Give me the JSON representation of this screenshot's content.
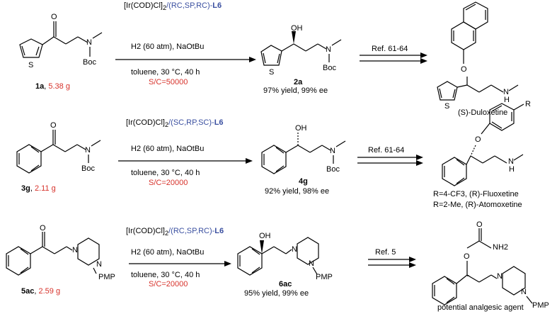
{
  "reactions": [
    {
      "substrate": {
        "id": "1a",
        "amount": "5.38 g"
      },
      "conditions": {
        "catalyst": "[Ir(COD)Cl]2/(RC,SP,RC)-L6",
        "catalyst_prefix": "[Ir(COD)Cl]",
        "catalyst_sub": "2",
        "catalyst_ligand": "/(RC,SP,RC)-",
        "ligand_name": "L6",
        "line2": "H2 (60 atm), NaOtBu",
        "line3": "toluene, 30 °C, 40 h",
        "sc": "S/C=50000"
      },
      "product": {
        "id": "2a",
        "result": "97% yield, 99% ee"
      },
      "ref": "Ref. 61-64",
      "target": "(S)-Duloxetine"
    },
    {
      "substrate": {
        "id": "3g",
        "amount": "2.11 g"
      },
      "conditions": {
        "catalyst": "[Ir(COD)Cl]2/(SC,RP,SC)-L6",
        "catalyst_prefix": "[Ir(COD)Cl]",
        "catalyst_sub": "2",
        "catalyst_ligand": "/(SC,RP,SC)-",
        "ligand_name": "L6",
        "line2": "H2 (60 atm), NaOtBu",
        "line3": "toluene, 30 °C, 40 h",
        "sc": "S/C=20000"
      },
      "product": {
        "id": "4g",
        "result": "92% yield, 98% ee"
      },
      "ref": "Ref. 61-64",
      "target_lines": [
        "R=4-CF3, (R)-Fluoxetine",
        "R=2-Me, (R)-Atomoxetine"
      ]
    },
    {
      "substrate": {
        "id": "5ac",
        "amount": "2.59 g"
      },
      "conditions": {
        "catalyst": "[Ir(COD)Cl]2/(RC,SP,RC)-L6",
        "catalyst_prefix": "[Ir(COD)Cl]",
        "catalyst_sub": "2",
        "catalyst_ligand": "/(RC,SP,RC)-",
        "ligand_name": "L6",
        "line2": "H2 (60 atm), NaOtBu",
        "line3": "toluene, 30 °C, 40 h",
        "sc": "S/C=20000"
      },
      "product": {
        "id": "6ac",
        "result": "95% yield, 99% ee"
      },
      "ref": "Ref. 5",
      "target": "potential analgesic agent"
    }
  ],
  "atom_labels": {
    "O": "O",
    "OH": "OH",
    "N": "N",
    "Boc": "Boc",
    "S": "S",
    "NH": "N",
    "H": "H",
    "PMP": "PMP",
    "NH2": "NH2",
    "R": "R"
  },
  "colors": {
    "accent_red": "#d7322b",
    "accent_blue": "#3a4fa0"
  }
}
